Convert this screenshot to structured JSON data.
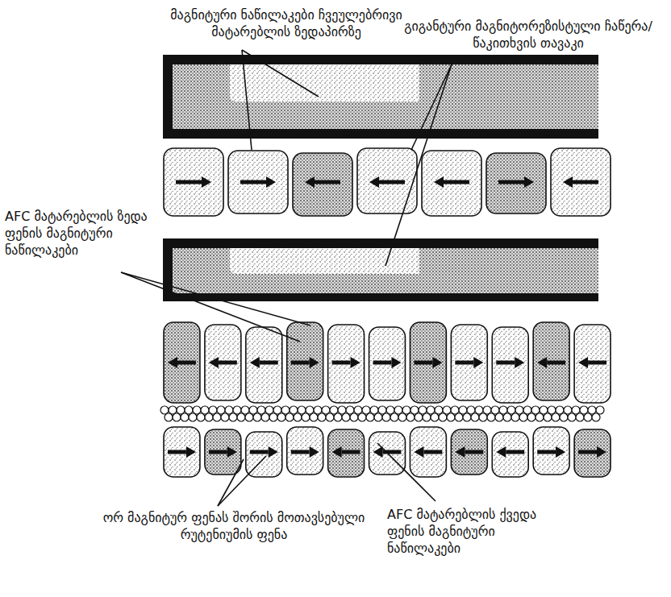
{
  "diagram": {
    "labels": [
      "მაგნიტური ნაწილაკები ჩვეულებრივი მატარებლის ზედაპირზე",
      "გიგანტური მაგნიტორეზისტული ჩაწერა/წაკითხვის თავაკი",
      "AFC მატარებლის ზედა ფენის მაგნიტური ნაწილაკები",
      "ორ მაგნიტურ ფენას შორის მოთავსებული რუტენიუმის ფენა",
      "AFC მატარებლის ქვედა ფენის მაგნიტური ნაწილაკები"
    ]
  }
}
